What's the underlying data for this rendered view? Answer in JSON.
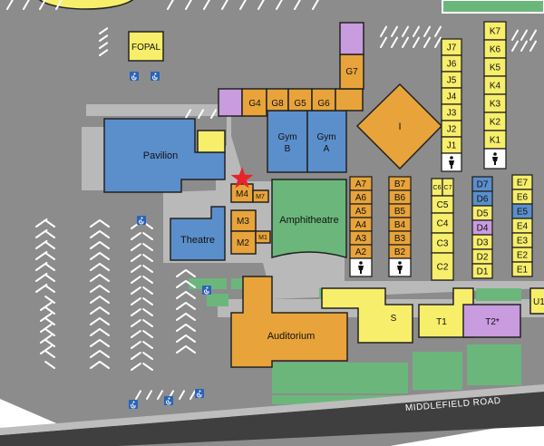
{
  "map": {
    "road_label": "MIDDLEFIELD ROAD",
    "buildings": {
      "fopal": "FOPAL",
      "pavilion": "Pavilion",
      "theatre": "Theatre",
      "amphitheatre": "Amphitheatre",
      "auditorium": "Auditorium",
      "gym_b": [
        "Gym",
        "B"
      ],
      "gym_a": [
        "Gym",
        "A"
      ],
      "i": "I",
      "s": "S",
      "t1": "T1",
      "t2": "T2*",
      "u1": "U1",
      "g_row": [
        "G4",
        "G8",
        "G5",
        "G6"
      ],
      "g7": "G7",
      "m_rooms": [
        "M4",
        "M7",
        "M3",
        "M2",
        "M1"
      ],
      "a_rooms": [
        "A7",
        "A6",
        "A5",
        "A4",
        "A3",
        "A2"
      ],
      "b_rooms": [
        "B7",
        "B6",
        "B5",
        "B4",
        "B3",
        "B2"
      ],
      "c_rooms": [
        "C6",
        "C7",
        "C5",
        "C4",
        "C3",
        "C2"
      ],
      "d_rooms": [
        "D7",
        "D6",
        "D5",
        "D4",
        "D3",
        "D2",
        "D1"
      ],
      "e_rooms": [
        "E7",
        "E6",
        "E5",
        "E4",
        "E3",
        "E2",
        "E1"
      ],
      "j_rooms": [
        "J7",
        "J6",
        "J5",
        "J4",
        "J3",
        "J2",
        "J1"
      ],
      "k_rooms": [
        "K7",
        "K6",
        "K5",
        "K4",
        "K3",
        "K2",
        "K1"
      ]
    },
    "icons": {
      "location": "red-star-marker",
      "restroom": "restroom-icon",
      "accessible": "accessible-parking-icon"
    },
    "colors": {
      "blue": "#5b8fcb",
      "orange": "#e8a43a",
      "yellow": "#f7ee6b",
      "purple": "#c99bdf",
      "green": "#6bb77b",
      "gray": "#8c8c8c",
      "road": "#3f3f3f",
      "star": "#e8232a"
    }
  }
}
